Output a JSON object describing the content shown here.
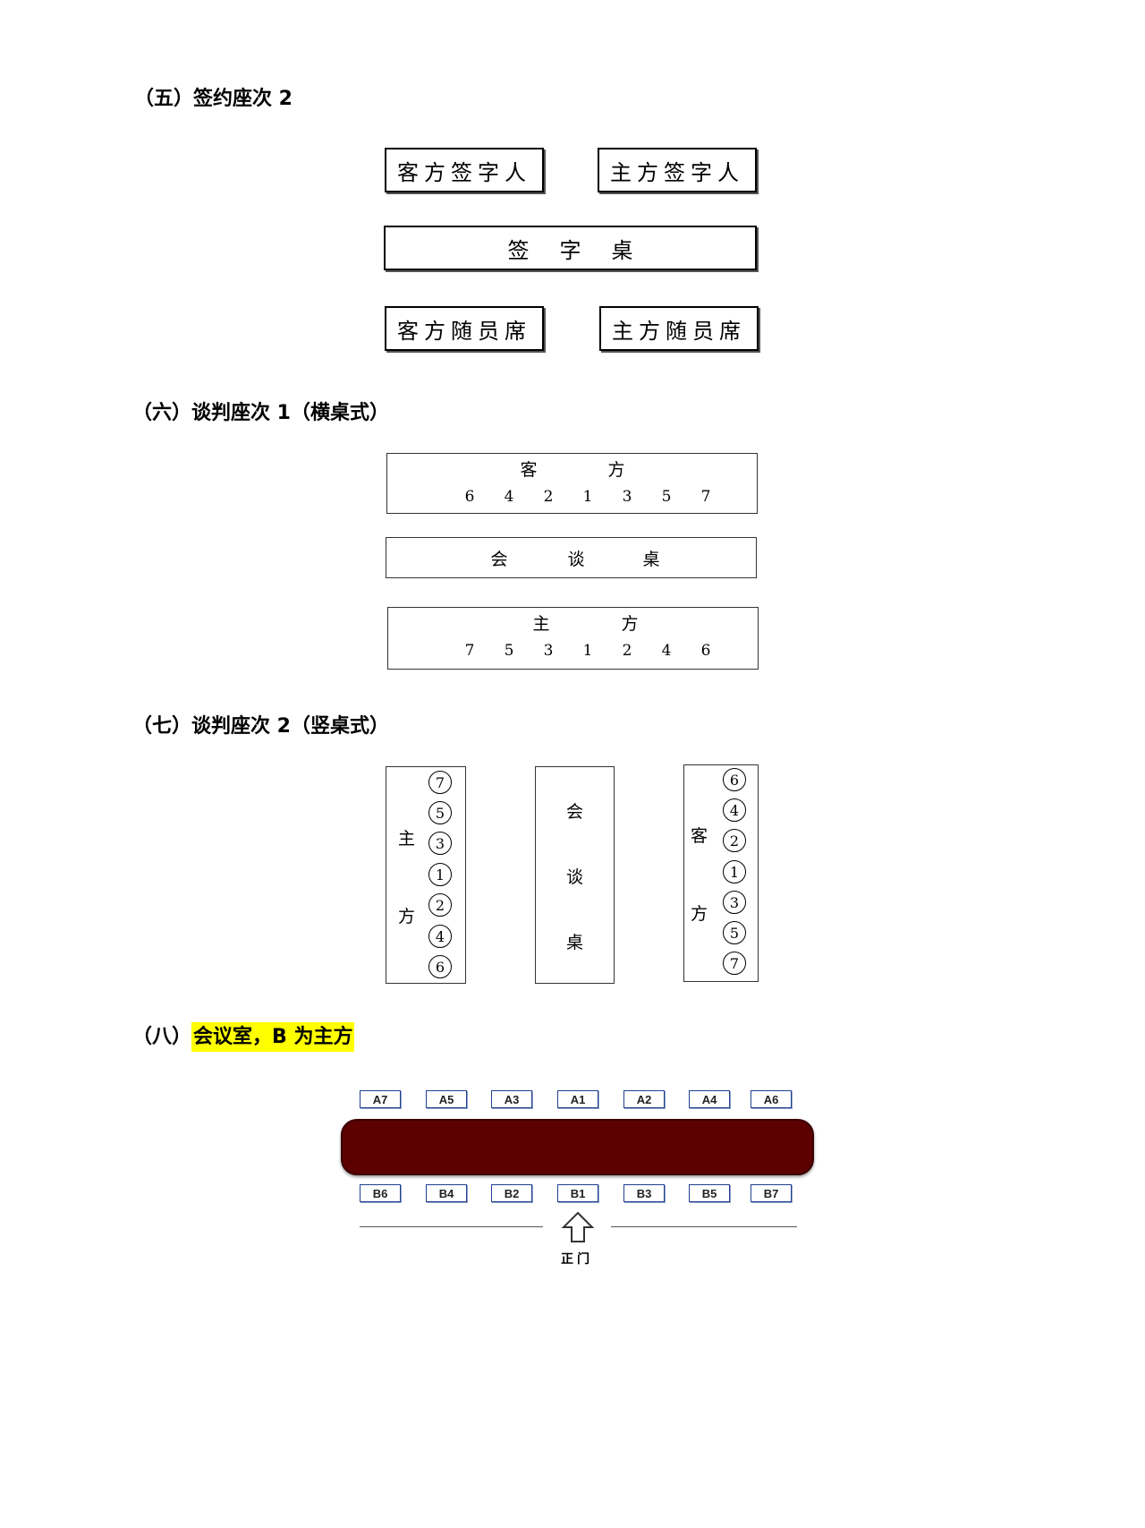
{
  "sections": {
    "s5": {
      "heading": "（五）签约座次 2",
      "guest_signer": "客方签字人",
      "host_signer": "主方签字人",
      "signing_table": "签字桌",
      "guest_retinue": "客方随员席",
      "host_retinue": "主方随员席"
    },
    "s6": {
      "heading": "（六）谈判座次 1（横桌式）",
      "guest": {
        "label_a": "客",
        "label_b": "方",
        "seats": [
          "6",
          "4",
          "2",
          "1",
          "3",
          "5",
          "7"
        ]
      },
      "table": [
        "会",
        "谈",
        "桌"
      ],
      "host": {
        "label_a": "主",
        "label_b": "方",
        "seats": [
          "7",
          "5",
          "3",
          "1",
          "2",
          "4",
          "6"
        ]
      }
    },
    "s7": {
      "heading": "（七）谈判座次 2（竖桌式）",
      "host": {
        "label_a": "主",
        "label_b": "方",
        "seats": [
          "7",
          "5",
          "3",
          "1",
          "2",
          "4",
          "6"
        ]
      },
      "table": [
        "会",
        "谈",
        "桌"
      ],
      "guest": {
        "label_a": "客",
        "label_b": "方",
        "seats": [
          "6",
          "4",
          "2",
          "1",
          "3",
          "5",
          "7"
        ]
      }
    },
    "s8": {
      "heading_prefix": "（八）",
      "heading_highlight": "会议室，B 为主方",
      "highlight_color": "#ffff00",
      "table_color": "#5c0000",
      "row_a": [
        "A7",
        "A5",
        "A3",
        "A1",
        "A2",
        "A4",
        "A6"
      ],
      "row_b": [
        "B6",
        "B4",
        "B2",
        "B1",
        "B3",
        "B5",
        "B7"
      ],
      "door_label": "正门"
    }
  }
}
